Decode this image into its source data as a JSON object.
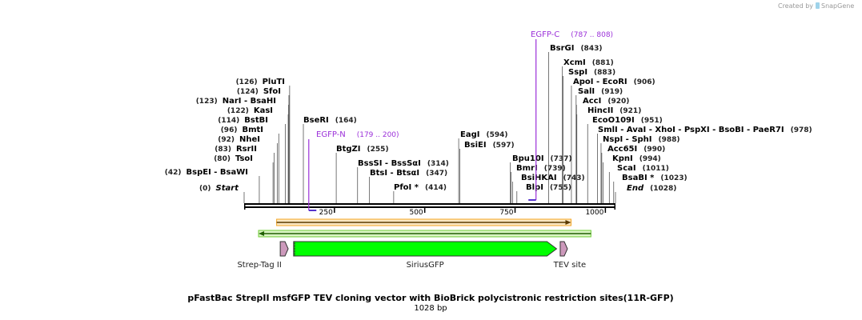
{
  "brand": {
    "created_by": "Created by",
    "name": "SnapGene"
  },
  "map": {
    "title": "pFastBac StrepII msfGFP TEV cloning vector with BioBrick polycistronic restriction sites(11R-GFP)",
    "length_label": "1028 bp",
    "length": 1028,
    "ticks": [
      {
        "pos": 250,
        "label": "250"
      },
      {
        "pos": 500,
        "label": "500"
      },
      {
        "pos": 750,
        "label": "750"
      },
      {
        "pos": 1000,
        "label": "1000"
      }
    ],
    "markers": [
      {
        "text": "Start",
        "pos": 0,
        "pos_label": "(0)",
        "italic": true
      },
      {
        "text": "End",
        "pos": 1028,
        "pos_label": "(1028)",
        "italic": true
      }
    ],
    "sites": [
      {
        "names": "BspEI   - BsaWI",
        "pos": 42,
        "pos_label": "(42)",
        "star": false
      },
      {
        "names": "TsoI",
        "pos": 80,
        "pos_label": "(80)",
        "star": false
      },
      {
        "names": "RsrII",
        "pos": 83,
        "pos_label": "(83)",
        "star": false
      },
      {
        "names": "NheI",
        "pos": 92,
        "pos_label": "(92)",
        "star": false
      },
      {
        "names": "BmtI",
        "pos": 96,
        "pos_label": "(96)",
        "star": false
      },
      {
        "names": "BstBI",
        "pos": 114,
        "pos_label": "(114)",
        "star": false
      },
      {
        "names": "KasI",
        "pos": 122,
        "pos_label": "(122)",
        "star": false
      },
      {
        "names": "NarI   - BsaHI",
        "pos": 123,
        "pos_label": "(123)",
        "star": false
      },
      {
        "names": "SfoI",
        "pos": 124,
        "pos_label": "(124)",
        "star": false
      },
      {
        "names": "PluTI",
        "pos": 126,
        "pos_label": "(126)",
        "star": false
      },
      {
        "names": "BseRI",
        "pos": 164,
        "pos_label": "(164)",
        "star": false
      },
      {
        "names": "BtgZI",
        "pos": 255,
        "pos_label": "(255)",
        "star": false
      },
      {
        "names": "BssSI   - BssSαI",
        "pos": 314,
        "pos_label": "(314)",
        "star": false
      },
      {
        "names": "BtsI   - BtsαI",
        "pos": 347,
        "pos_label": "(347)",
        "star": false
      },
      {
        "names": "PfoI",
        "pos": 414,
        "pos_label": "(414)",
        "star": true
      },
      {
        "names": "EagI",
        "pos": 594,
        "pos_label": "(594)",
        "star": false
      },
      {
        "names": "BsiEI",
        "pos": 597,
        "pos_label": "(597)",
        "star": false
      },
      {
        "names": "Bpu10I",
        "pos": 737,
        "pos_label": "(737)",
        "star": false
      },
      {
        "names": "BmrI",
        "pos": 739,
        "pos_label": "(739)",
        "star": false
      },
      {
        "names": "BsiHKAI",
        "pos": 743,
        "pos_label": "(743)",
        "star": false
      },
      {
        "names": "BlpI",
        "pos": 755,
        "pos_label": "(755)",
        "star": false
      },
      {
        "names": "BsrGI",
        "pos": 843,
        "pos_label": "(843)",
        "star": false
      },
      {
        "names": "XcmI",
        "pos": 881,
        "pos_label": "(881)",
        "star": false
      },
      {
        "names": "SspI",
        "pos": 883,
        "pos_label": "(883)",
        "star": false
      },
      {
        "names": "ApoI   - EcoRI",
        "pos": 906,
        "pos_label": "(906)",
        "star": false
      },
      {
        "names": "SalI",
        "pos": 919,
        "pos_label": "(919)",
        "star": false
      },
      {
        "names": "AccI",
        "pos": 920,
        "pos_label": "(920)",
        "star": false
      },
      {
        "names": "HincII",
        "pos": 921,
        "pos_label": "(921)",
        "star": false
      },
      {
        "names": "EcoO109I",
        "pos": 951,
        "pos_label": "(951)",
        "star": false
      },
      {
        "names": "SmlI   - AvaI   - XhoI   - PspXI   - BsoBI   - PaeR7I",
        "pos": 978,
        "pos_label": "(978)",
        "star": false
      },
      {
        "names": "NspI   - SphI",
        "pos": 988,
        "pos_label": "(988)",
        "star": false
      },
      {
        "names": "Acc65I",
        "pos": 990,
        "pos_label": "(990)",
        "star": false
      },
      {
        "names": "KpnI",
        "pos": 994,
        "pos_label": "(994)",
        "star": false
      },
      {
        "names": "ScaI",
        "pos": 1011,
        "pos_label": "(1011)",
        "star": false
      },
      {
        "names": "BsaBI",
        "pos": 1023,
        "pos_label": "(1023)",
        "star": true
      }
    ],
    "primers": [
      {
        "name": "EGFP-N",
        "range_label": "(179 .. 200)",
        "start": 179,
        "end": 200,
        "direction": "forward"
      },
      {
        "name": "EGFP-C",
        "range_label": "(787 .. 808)",
        "start": 787,
        "end": 808,
        "direction": "reverse"
      }
    ],
    "features": [
      {
        "name": "",
        "start": 90,
        "end": 905,
        "color": "#f5a623",
        "kind": "band-forward"
      },
      {
        "name": "",
        "start": 40,
        "end": 960,
        "color": "#6ccc33",
        "kind": "band-reverse"
      },
      {
        "name": "Strep-Tag II",
        "start": 100,
        "end": 122,
        "color": "#cc99bb",
        "kind": "tag"
      },
      {
        "name": "SiriusGFP",
        "start": 137,
        "end": 865,
        "color": "#00ff00",
        "kind": "cds"
      },
      {
        "name": "TEV site",
        "start": 875,
        "end": 895,
        "color": "#cc99bb",
        "kind": "tag"
      }
    ]
  }
}
